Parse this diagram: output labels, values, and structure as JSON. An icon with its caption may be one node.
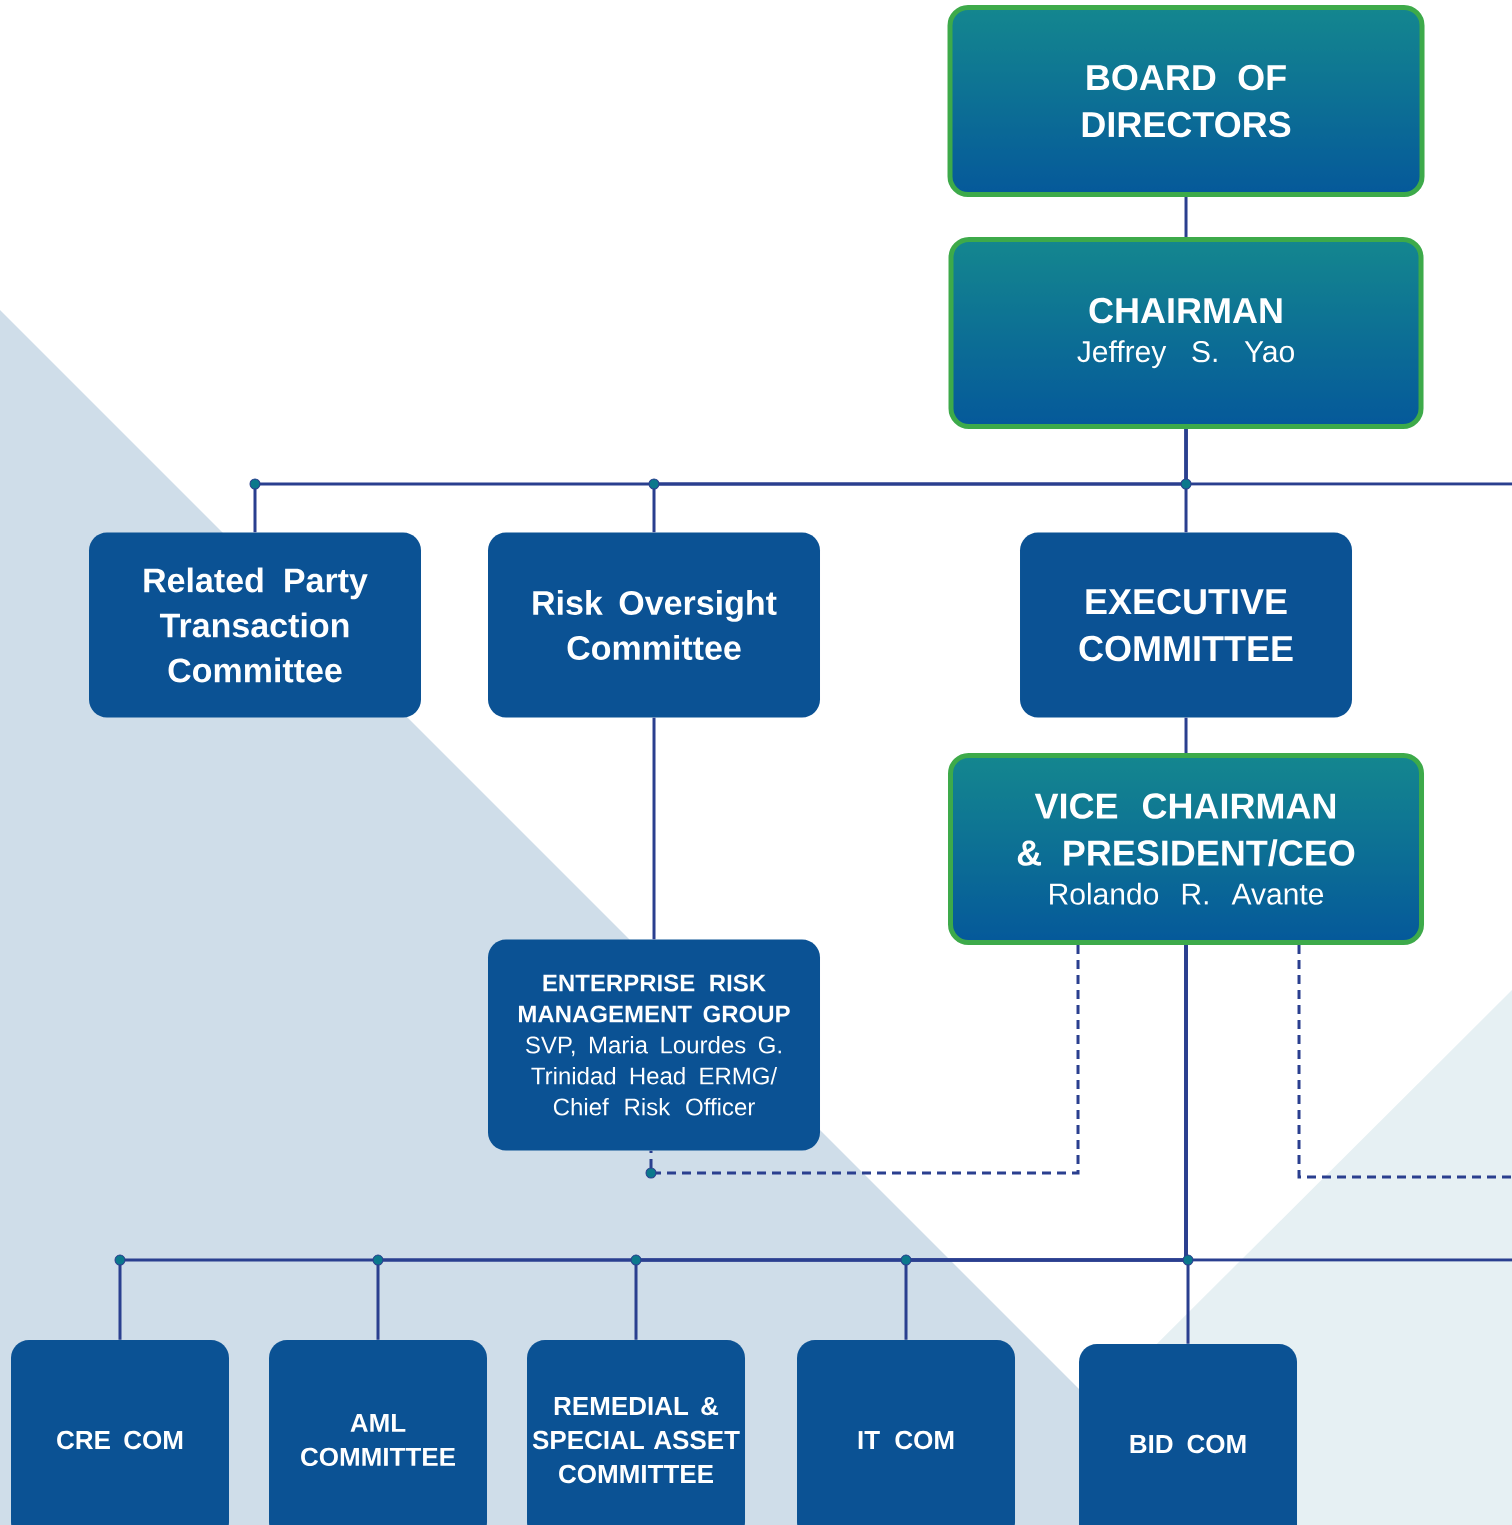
{
  "diagram": {
    "nodes": [
      {
        "text": [
          "BOARD OF DIRECTORS"
        ]
      },
      {
        "text": [
          "CHAIRMAN",
          "Jeffrey S. Yao"
        ]
      },
      {
        "text": [
          "Related Party Transaction Committee"
        ]
      },
      {
        "text": [
          "Risk Oversight Committee"
        ]
      },
      {
        "text": [
          "EXECUTIVE COMMITTEE"
        ]
      },
      {
        "text": [
          "VICE CHAIRMAN & PRESIDENT/CEO",
          "Rolando R. Avante"
        ]
      },
      {
        "text": [
          "ENTERPRISE RISK MANAGEMENT GROUP",
          "SVP, Maria Lourdes G. Trinidad Head ERMG/ Chief Risk Officer"
        ]
      },
      {
        "text": [
          "CRE COM"
        ]
      },
      {
        "text": [
          "AML COMMITTEE"
        ]
      },
      {
        "text": [
          "REMEDIAL & SPECIAL ASSET COMMITTEE"
        ]
      },
      {
        "text": [
          "IT COM"
        ]
      },
      {
        "text": [
          "BID COM"
        ]
      }
    ],
    "edges": [
      {
        "from": 0,
        "to": 1,
        "arrow": "none"
      },
      {
        "from": 1,
        "to": 2,
        "arrow": "none"
      },
      {
        "from": 1,
        "to": 3,
        "arrow": "none"
      },
      {
        "from": 1,
        "to": 4,
        "arrow": "none"
      },
      {
        "from": 1,
        "to": null,
        "arrow": "none"
      },
      {
        "from": 4,
        "to": 5,
        "arrow": "none"
      },
      {
        "from": 3,
        "to": 6,
        "arrow": "none"
      },
      {
        "from": 5,
        "to": 6,
        "arrow": "none",
        "style": "dashed"
      },
      {
        "from": 5,
        "to": null,
        "arrow": "none",
        "style": "dashed"
      },
      {
        "from": 5,
        "to": 7,
        "arrow": "none"
      },
      {
        "from": 5,
        "to": 8,
        "arrow": "none"
      },
      {
        "from": 5,
        "to": 9,
        "arrow": "none"
      },
      {
        "from": 5,
        "to": 10,
        "arrow": "none"
      },
      {
        "from": 5,
        "to": 11,
        "arrow": "none"
      },
      {
        "from": 5,
        "to": null,
        "arrow": "none"
      }
    ]
  }
}
